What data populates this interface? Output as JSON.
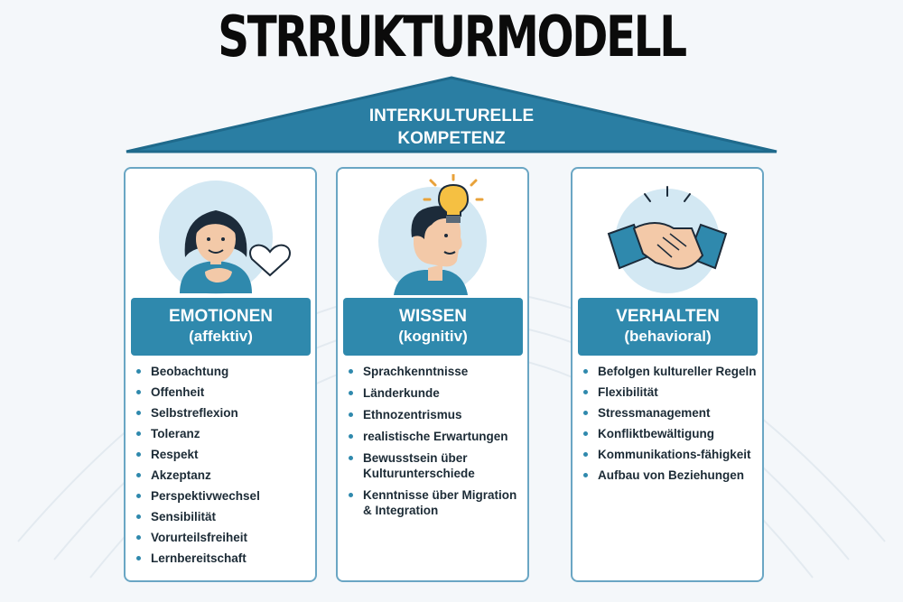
{
  "title": "STRRUKTURMODELL",
  "roof": {
    "line1": "INTERKULTURELLE",
    "line2": "KOMPETENZ"
  },
  "columns": [
    {
      "label": "EMOTIONEN",
      "sublabel": "(affektiv)",
      "illustration": "woman-heart-icon",
      "items": [
        "Beobachtung",
        "Offenheit",
        "Selbstreflexion",
        "Toleranz",
        "Respekt",
        "Akzeptanz",
        "Perspektivwechsel",
        "Sensibilität",
        "Vorurteilsfreiheit",
        "Lernbereitschaft"
      ]
    },
    {
      "label": "WISSEN",
      "sublabel": "(kognitiv)",
      "illustration": "head-lightbulb-icon",
      "items": [
        "Sprachkenntnisse",
        "Länderkunde",
        "Ethnozentrismus",
        "realistische Erwartungen",
        "Bewusstsein über Kulturunterschiede",
        "Kenntnisse über Migration & Integration"
      ]
    },
    {
      "label": "VERHALTEN",
      "sublabel": "(behavioral)",
      "illustration": "handshake-icon",
      "items": [
        "Befolgen kultureller Regeln",
        "Flexibilität",
        "Stressmanagement",
        "Konfliktbewältigung",
        "Kommunikations-fähigkeit",
        "Aufbau von Beziehungen"
      ]
    }
  ],
  "colors": {
    "accent": "#2f89ad",
    "roof": "#2a7ea3",
    "border": "#6aa6c4",
    "circle": "#d3e8f3"
  }
}
